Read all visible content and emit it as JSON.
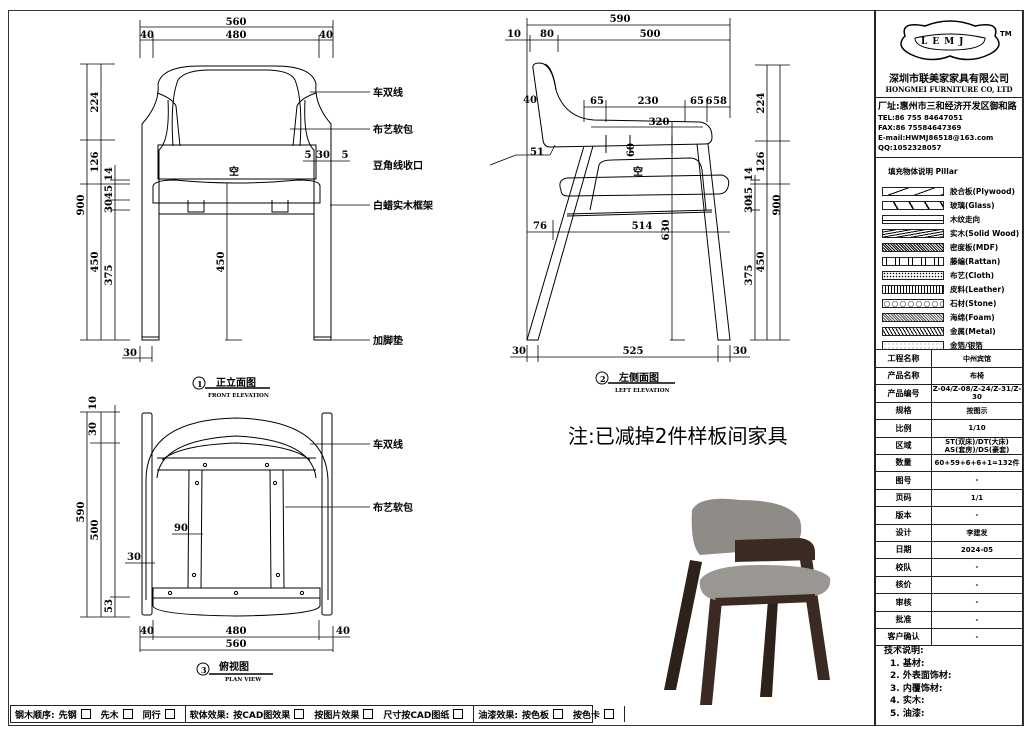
{
  "front_view": {
    "number": "1",
    "title": "正立面图",
    "subtitle": "FRONT ELEVATION",
    "center_label": "空",
    "dims": [
      "560",
      "40",
      "480",
      "40",
      "900",
      "224",
      "126",
      "450",
      "14",
      "45",
      "30",
      "375",
      "450",
      "5",
      "30",
      "5",
      "30"
    ],
    "notes": [
      "车双线",
      "布艺软包",
      "豆角线收口",
      "白蜡实木框架",
      "加脚垫"
    ]
  },
  "side_view": {
    "number": "2",
    "title": "左侧面图",
    "subtitle": "LEFT ELEVATION",
    "center_label": "空",
    "dims": [
      "590",
      "10",
      "80",
      "500",
      "40",
      "65",
      "230",
      "65",
      "6",
      "58",
      "320",
      "51",
      "60",
      "76",
      "514",
      "630",
      "224",
      "126",
      "900",
      "14",
      "45",
      "30",
      "375",
      "450",
      "30",
      "525",
      "30"
    ]
  },
  "plan_view": {
    "number": "3",
    "title": "俯视图",
    "subtitle": "PLAN VIEW",
    "dims": [
      "10",
      "30",
      "590",
      "500",
      "90",
      "30",
      "53",
      "40",
      "480",
      "40",
      "560"
    ],
    "notes": [
      "车双线",
      "布艺软包"
    ]
  },
  "notice": "注:已减掉2件样板间家具",
  "title_block": {
    "logo_text": "LEMJ",
    "tm": "TM",
    "company_cn": "深圳市联美家家具有限公司",
    "company_en": "HONGMEI FURNITURE CO, LTD",
    "address": "厂址:惠州市三和经济开发区御和路",
    "tel": "TEL:86 755 84647051",
    "fax": "FAX:86 75584647369",
    "email": "E-mail:HWMJ86518@163.com",
    "qq": "QQ:1052328057",
    "legend_title": "填充物体说明  Pillar",
    "legend": [
      {
        "label": "胶合板(Plywood)",
        "pattern": "plywood"
      },
      {
        "label": "玻璃(Glass)",
        "pattern": "glass"
      },
      {
        "label": "木纹走向",
        "pattern": "grain"
      },
      {
        "label": "实木(Solid Wood)",
        "pattern": "solid-wood"
      },
      {
        "label": "密度板(MDF)",
        "pattern": "mdf"
      },
      {
        "label": "藤编(Rattan)",
        "pattern": "rattan"
      },
      {
        "label": "布艺(Cloth)",
        "pattern": "cloth"
      },
      {
        "label": "皮料(Leather)",
        "pattern": "leather"
      },
      {
        "label": "石材(Stone)",
        "pattern": "stone"
      },
      {
        "label": "海绵(Foam)",
        "pattern": "foam"
      },
      {
        "label": "金属(Metal)",
        "pattern": "metal"
      },
      {
        "label": "金箔/银箔",
        "pattern": "foil"
      }
    ],
    "rows": [
      {
        "k": "工程名称",
        "v": "中州宾馆"
      },
      {
        "k": "产品名称",
        "v": "布椅"
      },
      {
        "k": "产品编号",
        "v": "Z-04/Z-08/Z-24/Z-31/Z-30"
      },
      {
        "k": "规格",
        "v": "按图示"
      },
      {
        "k": "比例",
        "v": "1/10"
      },
      {
        "k": "区域",
        "v": "ST(双床)/DT(大床)\nAS(套房)/DS(豪套)"
      },
      {
        "k": "数量",
        "v": "60+59+6+6+1=132件"
      },
      {
        "k": "图号",
        "v": "-"
      },
      {
        "k": "页码",
        "v": "1/1"
      },
      {
        "k": "版本",
        "v": "-"
      },
      {
        "k": "设计",
        "v": "李建发"
      },
      {
        "k": "日期",
        "v": "2024-05"
      },
      {
        "k": "校队",
        "v": "-"
      },
      {
        "k": "核价",
        "v": "-"
      },
      {
        "k": "审核",
        "v": "-"
      },
      {
        "k": "批准",
        "v": "-"
      },
      {
        "k": "客户确认",
        "v": "-"
      }
    ],
    "tech_title": "技术说明:",
    "tech_items": [
      "1. 基材:",
      "2. 外表面饰材:",
      "3. 内覆饰材:",
      "4. 实木:",
      "5. 油漆:"
    ]
  },
  "bottom_bar": {
    "sections": [
      {
        "label": "钢木顺序:",
        "options": [
          "先钢",
          "先木",
          "同行"
        ]
      },
      {
        "label": "软体效果:",
        "options": [
          "按CAD图效果",
          "按图片效果",
          "尺寸按CAD图纸"
        ]
      },
      {
        "label": "油漆效果:",
        "options": [
          "按色板",
          "按色卡"
        ]
      }
    ]
  },
  "colors": {
    "line": "#000000",
    "wood": "#3b2a22",
    "fabric": "#8f8c88"
  }
}
